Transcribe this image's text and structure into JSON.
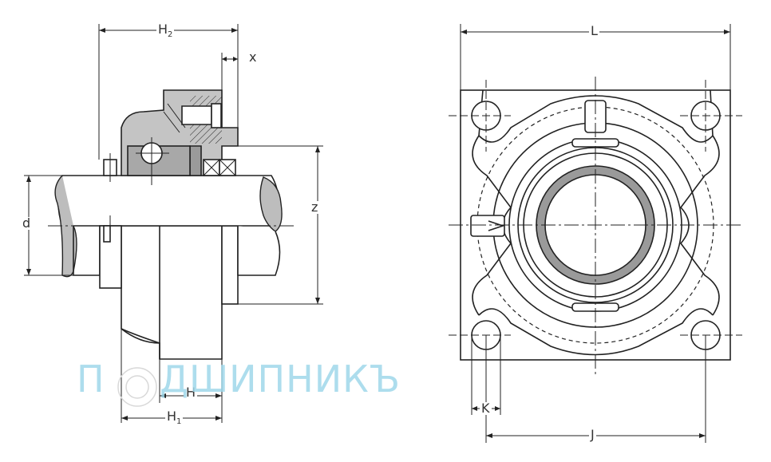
{
  "colors": {
    "line": "#222222",
    "body_fill": "#bdbdbd",
    "body_dark": "#8a8a8a",
    "shaft": "#ffffff",
    "watermark": "#9fd8ea"
  },
  "side_view": {
    "labels": {
      "h2_main": "H",
      "h2_sub": "2",
      "x": "x",
      "z": "z",
      "d": "d",
      "h": "H",
      "h1_main": "H",
      "h1_sub": "1"
    }
  },
  "front_view": {
    "labels": {
      "l": "L",
      "k": "K",
      "j": "J"
    }
  },
  "watermark": {
    "left": "П",
    "right": "ДШИПНИКЪ"
  }
}
